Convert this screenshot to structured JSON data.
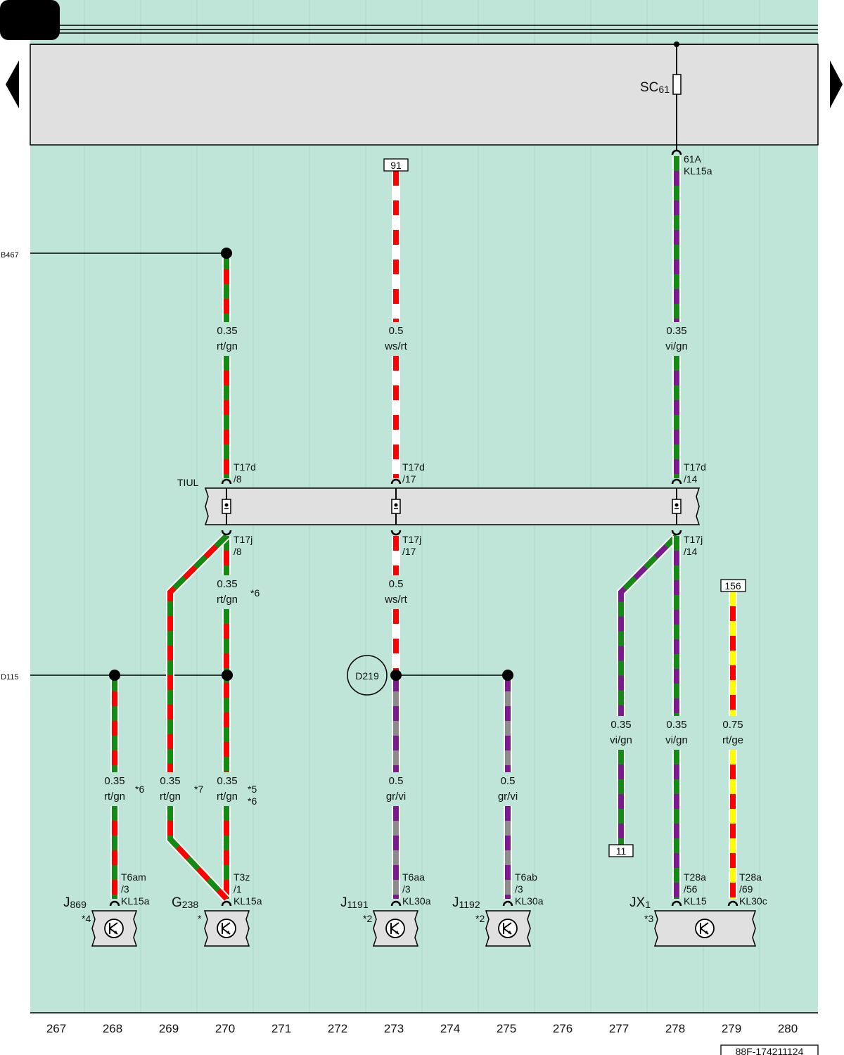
{
  "colors": {
    "background": "#bfe5d9",
    "fuse_box": "#e0e0e0",
    "red": "#ff0000",
    "green": "#138a13",
    "white": "#ffffff",
    "violet": "#7b1a8f",
    "grey": "#8c8c8c",
    "yellow": "#ffff00"
  },
  "left_refs": {
    "top": "B467",
    "bottom": "D115"
  },
  "fuse": {
    "name": "SC",
    "sub": "61",
    "terminal_a": "61A",
    "terminal_b": "KL15a"
  },
  "connectors": {
    "box_91": "91",
    "box_156": "156",
    "box_11": "11",
    "d219": "D219"
  },
  "tiul": {
    "label": "TIUL"
  },
  "wires": {
    "w270_top": {
      "size": "0.35",
      "color": "rt/gn"
    },
    "w273_top": {
      "size": "0.5",
      "color": "ws/rt"
    },
    "w278_top": {
      "size": "0.35",
      "color": "vi/gn"
    },
    "w270_mid": {
      "size": "0.35",
      "color": "rt/gn",
      "note": "*6"
    },
    "w273_mid": {
      "size": "0.5",
      "color": "ws/rt"
    },
    "w277": {
      "size": "0.35",
      "color": "vi/gn"
    },
    "w278_low": {
      "size": "0.35",
      "color": "vi/gn"
    },
    "w279": {
      "size": "0.75",
      "color": "rt/ge"
    },
    "w268": {
      "size": "0.35",
      "color": "rt/gn",
      "note": "*6"
    },
    "w269": {
      "size": "0.35",
      "color": "rt/gn",
      "note": "*7"
    },
    "w270_low": {
      "size": "0.35",
      "color": "rt/gn",
      "note1": "*5",
      "note2": "*6"
    },
    "w273_low": {
      "size": "0.5",
      "color": "gr/vi"
    },
    "w275": {
      "size": "0.5",
      "color": "gr/vi"
    }
  },
  "pins": {
    "t17d_8": {
      "a": "T17d",
      "b": "/8"
    },
    "t17d_17": {
      "a": "T17d",
      "b": "/17"
    },
    "t17d_14": {
      "a": "T17d",
      "b": "/14"
    },
    "t17j_8": {
      "a": "T17j",
      "b": "/8"
    },
    "t17j_17": {
      "a": "T17j",
      "b": "/17"
    },
    "t17j_14": {
      "a": "T17j",
      "b": "/14"
    },
    "j869": {
      "a": "T6am",
      "b": "/3",
      "c": "KL15a"
    },
    "g238": {
      "a": "T3z",
      "b": "/1",
      "c": "KL15a"
    },
    "j1191": {
      "a": "T6aa",
      "b": "/3",
      "c": "KL30a"
    },
    "j1192": {
      "a": "T6ab",
      "b": "/3",
      "c": "KL30a"
    },
    "jx1_a": {
      "a": "T28a",
      "b": "/56",
      "c": "KL15"
    },
    "jx1_b": {
      "a": "T28a",
      "b": "/69",
      "c": "KL30c"
    }
  },
  "components": {
    "j869": {
      "name": "J",
      "sub": "869",
      "note": "*4"
    },
    "g238": {
      "name": "G",
      "sub": "238",
      "note": "*"
    },
    "j1191": {
      "name": "J",
      "sub": "1191",
      "note": "*2"
    },
    "j1192": {
      "name": "J",
      "sub": "1192",
      "note": "*2"
    },
    "jx1": {
      "name": "JX",
      "sub": "1",
      "note": "*3"
    }
  },
  "columns": [
    "267",
    "268",
    "269",
    "270",
    "271",
    "272",
    "273",
    "274",
    "275",
    "276",
    "277",
    "278",
    "279",
    "280"
  ],
  "footer_code": "88F-174211124"
}
